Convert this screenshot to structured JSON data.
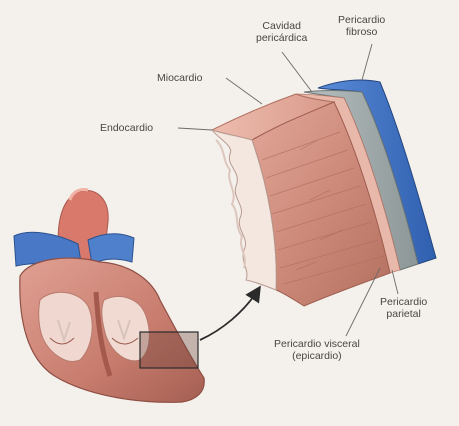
{
  "diagram": {
    "labels": {
      "cavidad_pericardica": [
        "Cavidad",
        "pericárdica"
      ],
      "pericardio_fibroso": [
        "Pericardio",
        "fibroso"
      ],
      "miocardio": "Miocardio",
      "endocardio": "Endocardio",
      "pericardio_parietal": [
        "Pericardio",
        "parietal"
      ],
      "pericardio_visceral": [
        "Pericardio visceral",
        "(epicardio)"
      ]
    },
    "colors": {
      "background": "#f4f1ec",
      "heart_muscle": "#c98777",
      "endocardium": "#f2e6df",
      "pericardium_fibrous": "#3d74c9",
      "pericardium_parietal": "#a9b3b3",
      "vessels_blue": "#3f6fc0",
      "vessels_red": "#d36a60",
      "label_text": "#4a4540",
      "leader_lines": "#6f6a66"
    }
  }
}
